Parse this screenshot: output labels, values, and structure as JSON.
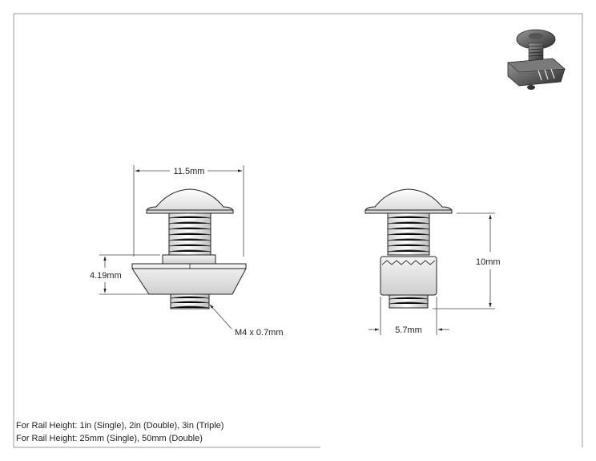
{
  "dimensions": {
    "head_width": "11.5mm",
    "nut_height": "4.19mm",
    "thread": "M4 x 0.7mm",
    "total_length": "10mm",
    "collar_width": "5.7mm"
  },
  "notes": [
    "For Rail Height: 1in (Single), 2in (Double), 3in (Triple)",
    "For Rail Height: 25mm (Single), 50mm (Double)"
  ],
  "icons": {
    "thumbnail": "bolt-and-tnut-3d-icon"
  },
  "colors": {
    "line": "#222222",
    "fill_light": "#f2f2f2",
    "fill_mid": "#d9d9d9",
    "render_dark": "#4a4a4a"
  }
}
